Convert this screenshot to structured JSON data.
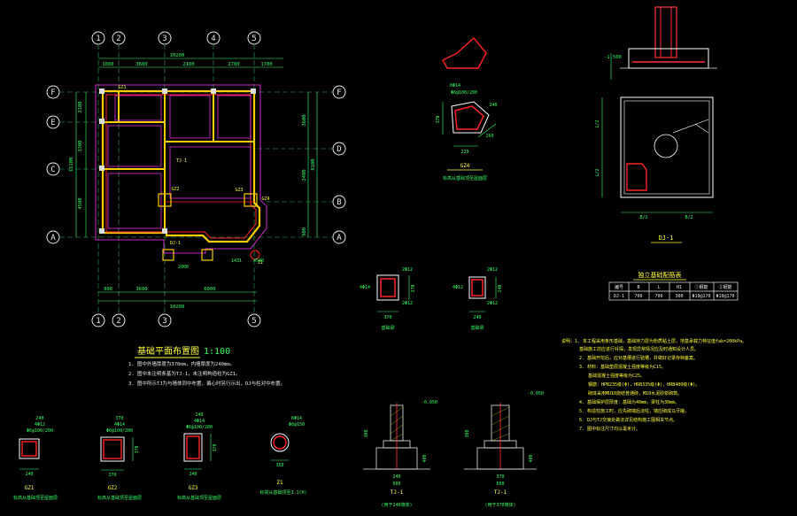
{
  "plan": {
    "grid_numbers": [
      "1",
      "2",
      "3",
      "4",
      "5"
    ],
    "grid_letters_left": [
      "F",
      "E",
      "C",
      "A"
    ],
    "grid_letters_right": [
      "F",
      "D",
      "B",
      "A"
    ],
    "top_dims_1": [
      "1000",
      "3600",
      "2100",
      "2700",
      "1700"
    ],
    "top_total": "10200",
    "bottom_dims_1": [
      "900",
      "3600",
      "6000"
    ],
    "bottom_total": "10200",
    "left_dims_1": [
      "2100",
      "3300",
      "4500"
    ],
    "left_total": "11100",
    "right_dims_1": [
      "3600",
      "2400",
      "900"
    ],
    "right_total": "8100",
    "inner_labels": [
      "GZ1",
      "GZ2",
      "GZ3",
      "GZ4",
      "Z1",
      "TJ-1",
      "DJ-1"
    ],
    "inner_dims": [
      "2000",
      "1431",
      "4500"
    ],
    "title": "基础平面布置图",
    "scale": "1:100",
    "notes": [
      "1. 图中外墙厚度为370mm，内墙厚度为240mm。",
      "2. 图中未注明条基为TJ-1，未注明构造柱为GZ1。",
      "3. 图中所示TJ为与墙体同中布置，偏心时另行示出，DJ与柱对中布置。"
    ]
  },
  "gz4_detail": {
    "label": "GZ4",
    "caption": "标高从基础顶至屋面层",
    "rebar": "8Φ14",
    "stirrup": "Φ6@100/200",
    "dims": [
      "370",
      "229",
      "240",
      "269"
    ]
  },
  "dj1_detail": {
    "label": "DJ-1",
    "elev": "-1.500",
    "dims": [
      "B/2",
      "B/2",
      "L/2",
      "L/2"
    ]
  },
  "mid_sections": {
    "left": {
      "dims": [
        "370",
        "370"
      ],
      "rebar": "4Φ14",
      "top_rebar": "2Φ12",
      "side_rebar": "2Φ12",
      "label": "基础梁"
    },
    "right": {
      "dims": [
        "240",
        "240"
      ],
      "rebar": "4Φ12",
      "top_rebar": "2Φ12",
      "side_rebar": "2Φ12",
      "label": "基础梁"
    }
  },
  "foundation_table": {
    "title": "独立基础配筋表",
    "headers": [
      "编号",
      "B",
      "L",
      "H1",
      "①钢筋",
      "②钢筋"
    ],
    "rows": [
      [
        "DJ-1",
        "700",
        "700",
        "300",
        "Φ10@170",
        "Φ10@170"
      ]
    ]
  },
  "general_notes": [
    "说明：1. 本工程采用条形基础，基础持力层为粉质粘土层，地基承载力特征值fak=200kPa。",
    "基础施工前应进行钎探，发现异常情况应及时通知设计人员。",
    "2. 基础开挖后，应对基槽进行验槽，并做好记录存档备案。",
    "3. 材料：基础垫层混凝土强度等级为C15。",
    "基础混凝土强度等级为C25。",
    "钢筋：HPB235级(Φ)，HRB335级(Φ)，HRB400级(Φ)。",
    "砌体采用MU10烧结普通砖，M10水泥砂浆砌筑。",
    "4. 基础保护层厚度：基础为40mm，梁柱为30mm。",
    "5. 构造柱施工时，应先砌墙后浇柱，墙应砌成马牙槎。",
    "6. DJ与TJ交接处做法详见结构施工图相关节点。",
    "7. 图中标注尺寸均以毫米计。"
  ],
  "bottom_columns": [
    {
      "label": "GZ1",
      "size_w": "240",
      "size_h": "240",
      "rebar": "4Φ12",
      "stirrup": "Φ6@100/200",
      "caption": "标高从基础顶至屋面层"
    },
    {
      "label": "GZ2",
      "size_w": "370",
      "size_h": "370",
      "rebar": "4Φ14",
      "stirrup": "Φ6@100/200",
      "caption": "标高从基础顶至屋面层"
    },
    {
      "label": "GZ3",
      "size_w": "240",
      "size_h": "370",
      "rebar": "4Φ14",
      "stirrup": "Φ6@100/200",
      "caption": "标高从基础顶至屋面层"
    },
    {
      "label": "Z1",
      "size_w": "350",
      "size_h": "",
      "rebar": "6Φ14",
      "stirrup": "Φ8@150",
      "caption": "标高从基础顶至3.1(H)"
    }
  ],
  "tj_details": [
    {
      "label": "TJ-1",
      "elev": "-0.050",
      "sub": "(用于240墙体)",
      "dims": [
        "240",
        "400",
        "300",
        "600"
      ]
    },
    {
      "label": "TJ-1",
      "elev": "-0.050",
      "sub": "(用于370墙体)",
      "dims": [
        "370",
        "400",
        "300",
        "600"
      ]
    }
  ]
}
